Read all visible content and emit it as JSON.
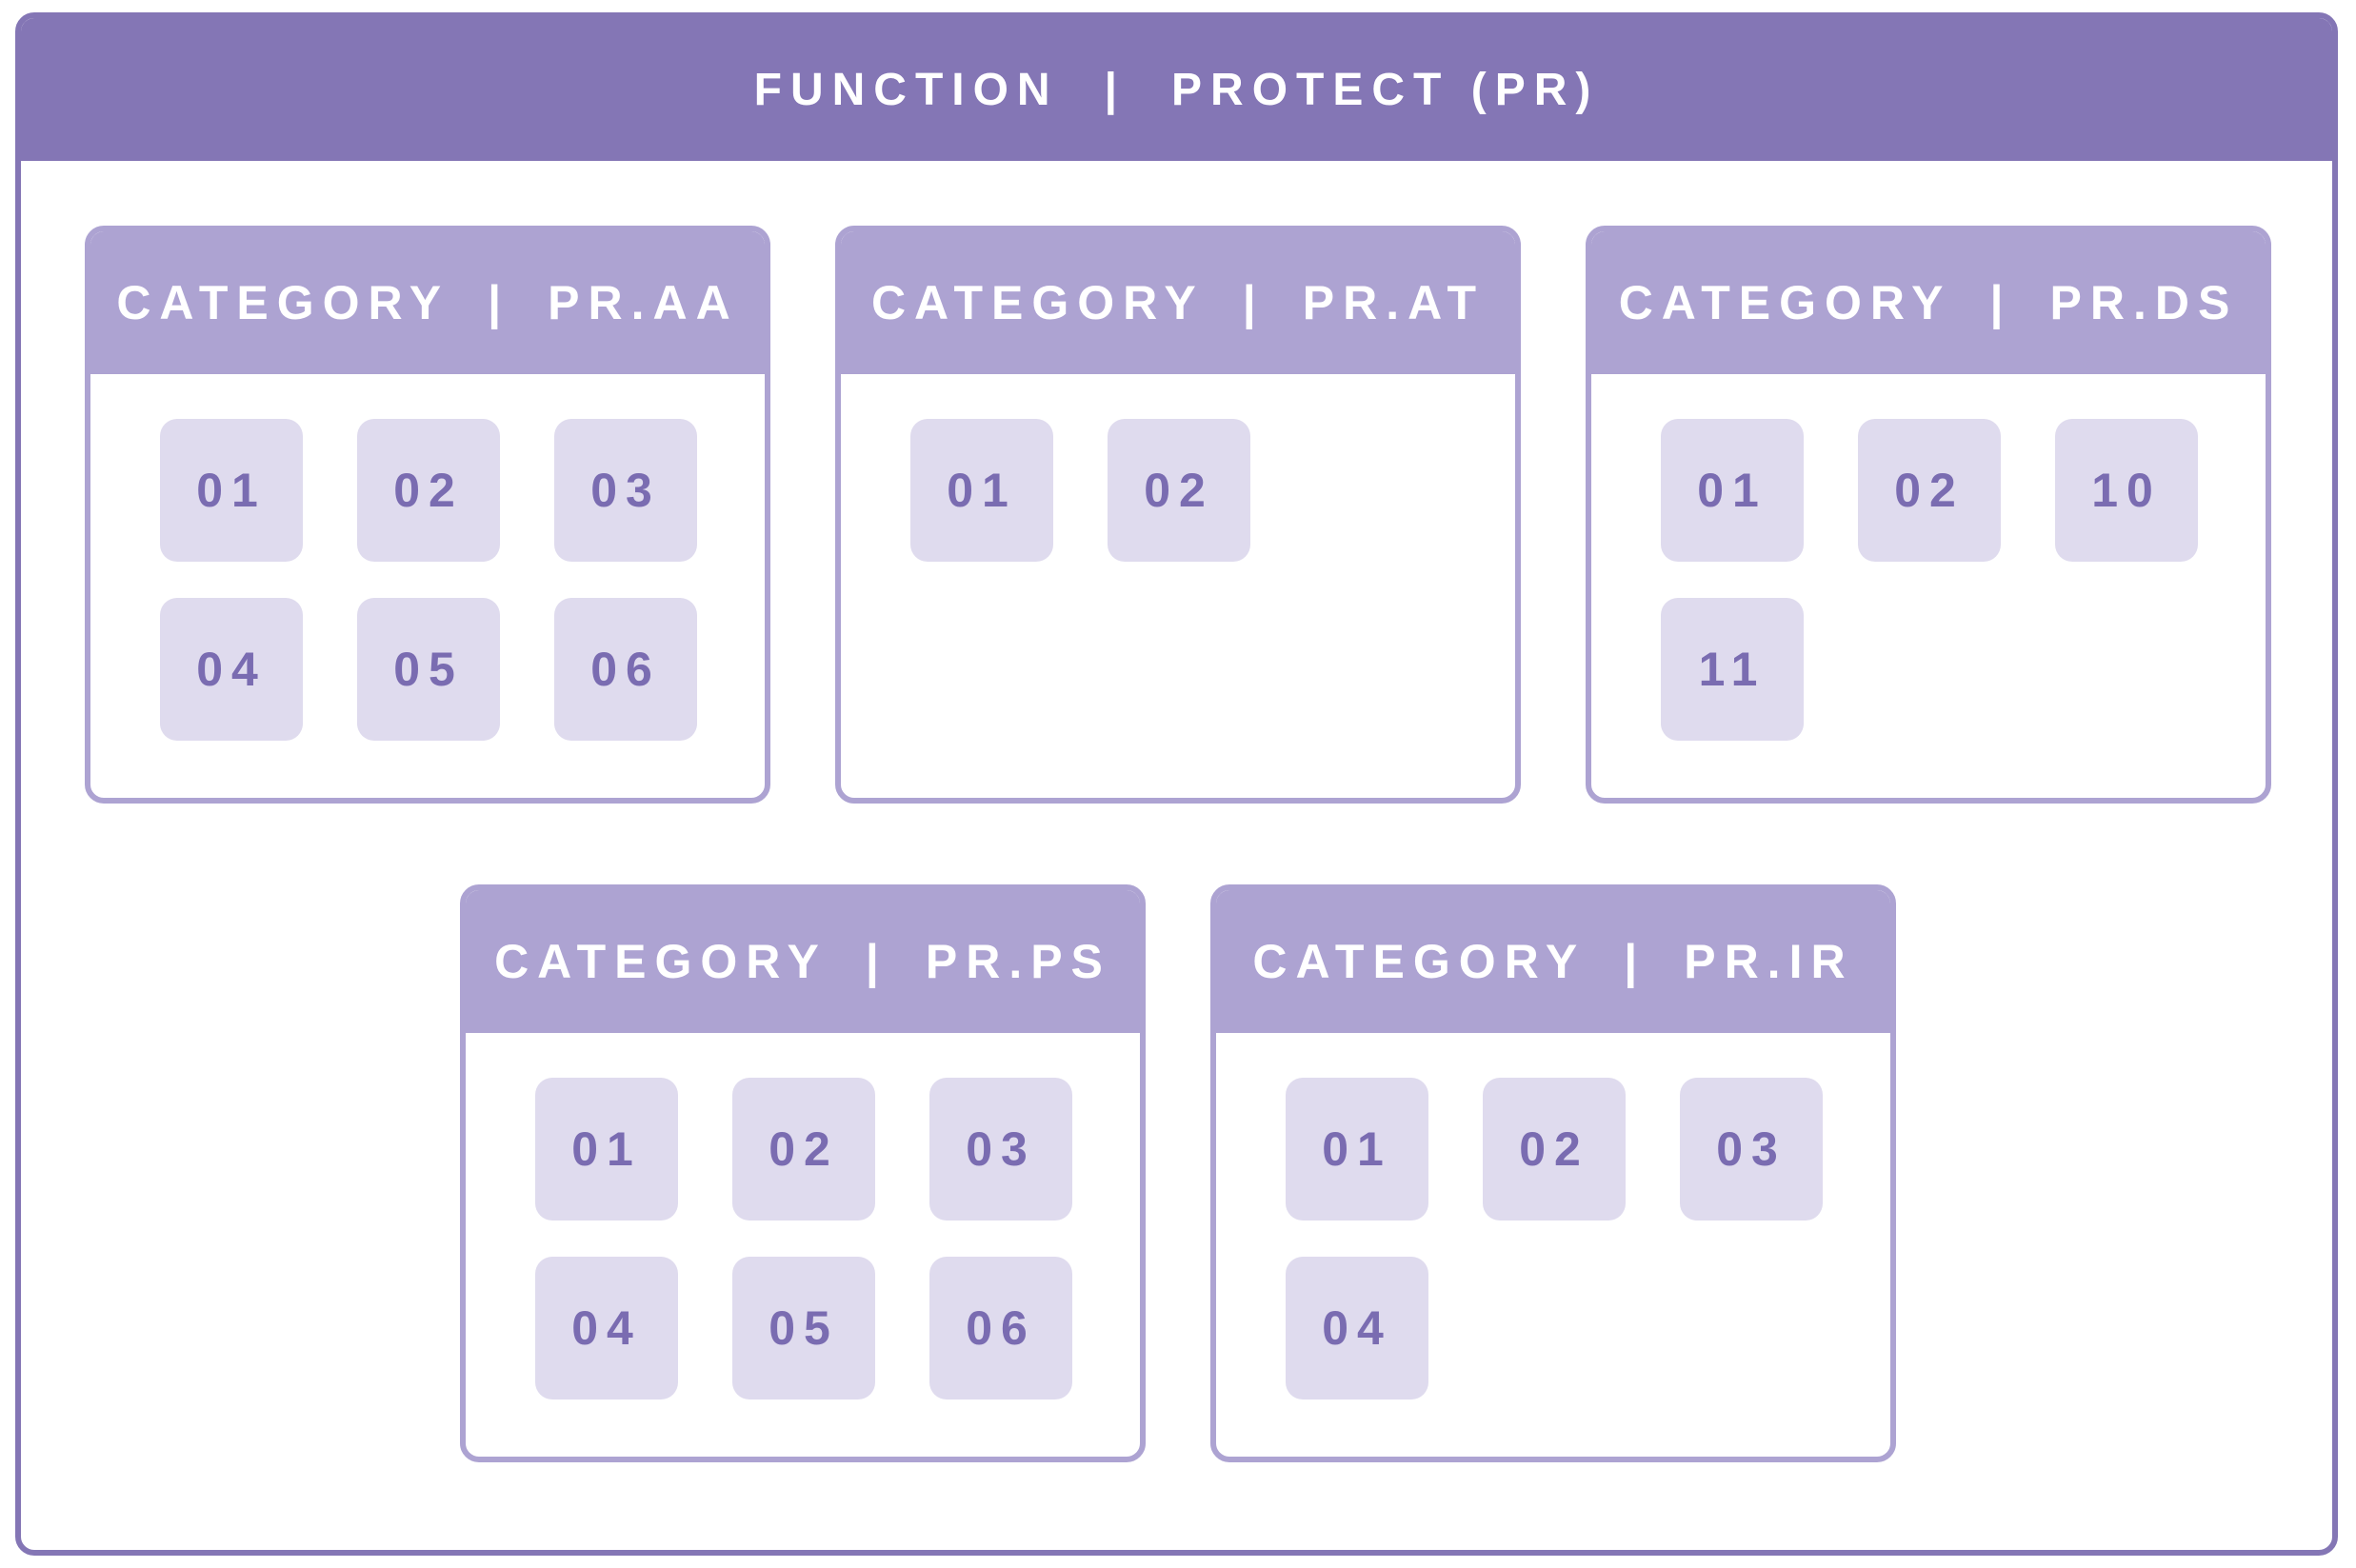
{
  "function": {
    "label": "FUNCTION",
    "separator": "|",
    "name": "PROTECT (PR)"
  },
  "categories": [
    {
      "label": "CATEGORY",
      "separator": "|",
      "code": "PR.AA",
      "items": [
        "01",
        "02",
        "03",
        "04",
        "05",
        "06"
      ]
    },
    {
      "label": "CATEGORY",
      "separator": "|",
      "code": "PR.AT",
      "items": [
        "01",
        "02"
      ]
    },
    {
      "label": "CATEGORY",
      "separator": "|",
      "code": "PR.DS",
      "items": [
        "01",
        "02",
        "10",
        "11"
      ]
    },
    {
      "label": "CATEGORY",
      "separator": "|",
      "code": "PR.PS",
      "items": [
        "01",
        "02",
        "03",
        "04",
        "05",
        "06"
      ]
    },
    {
      "label": "CATEGORY",
      "separator": "|",
      "code": "PR.IR",
      "items": [
        "01",
        "02",
        "03",
        "04"
      ]
    }
  ],
  "colors": {
    "function_header": "#8476b5",
    "category_header": "#ada3d2",
    "tile_bg": "#dfdbee",
    "tile_text": "#7a6cb1"
  }
}
